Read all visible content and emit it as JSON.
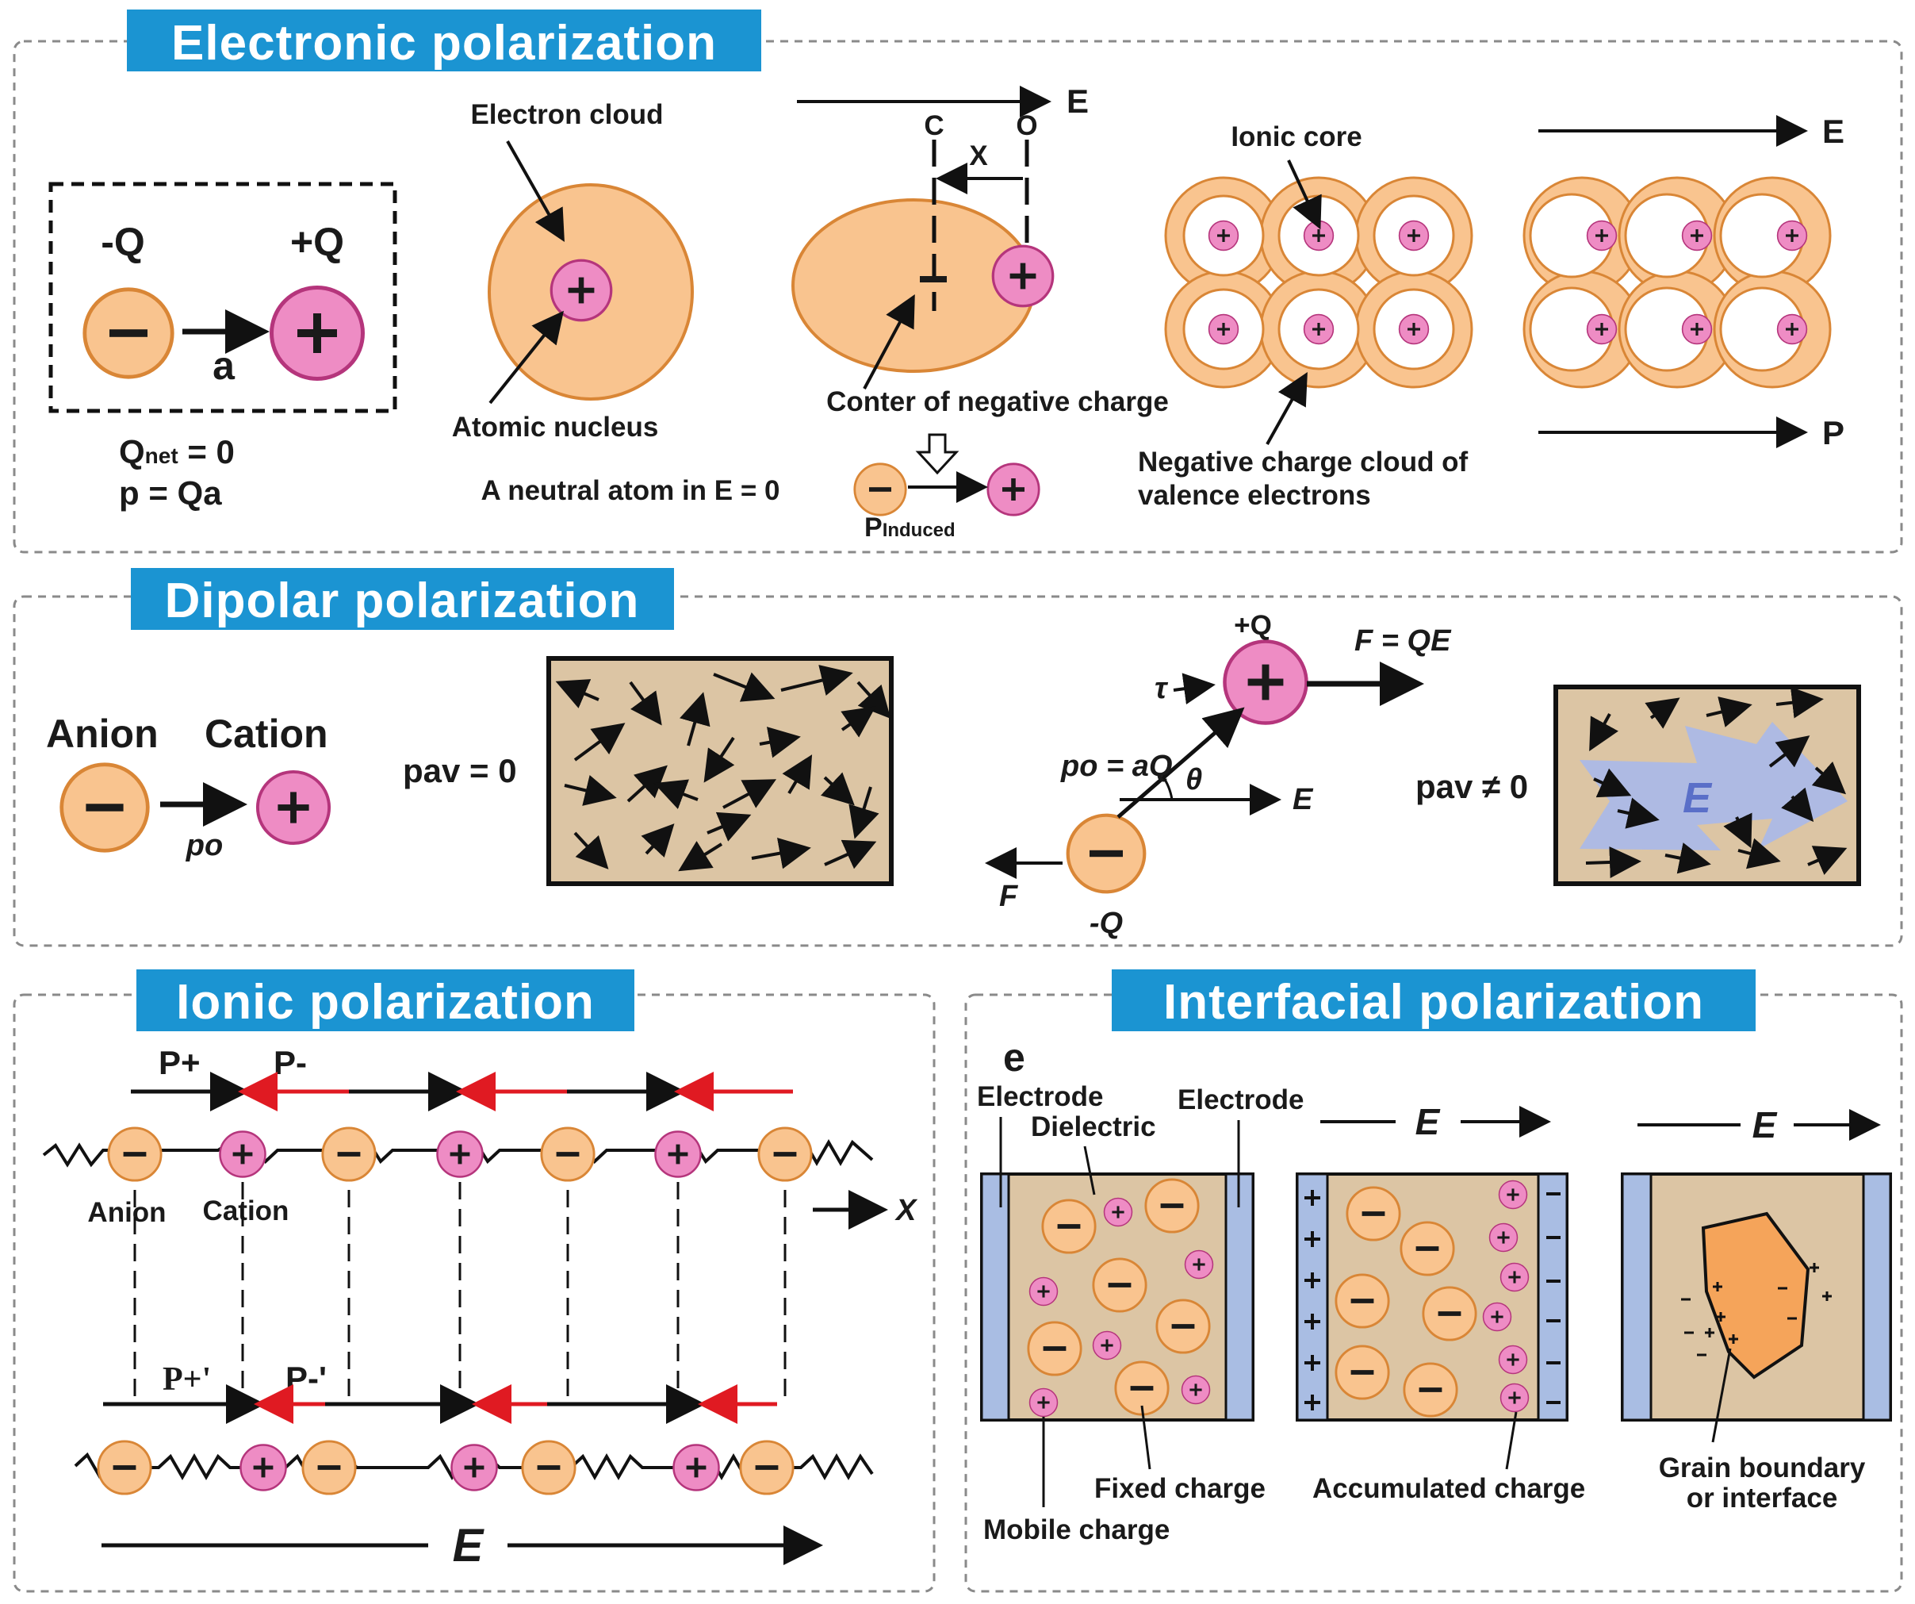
{
  "colors": {
    "title_bg": "#1b94d2",
    "anion_fill": "#f9c48f",
    "anion_stroke": "#d98636",
    "cation_fill": "#ee8cc4",
    "cation_stroke": "#b5357c",
    "box_fill": "#dcc5a4",
    "electrode_fill": "#a9bde3",
    "field_region": "#a9b8e8",
    "grain_fill": "#f5a45a",
    "red_arrow": "#e01a22",
    "border": "#8a8a8a"
  },
  "electronic": {
    "title": "Electronic polarization",
    "minus_q": "-Q",
    "plus_q": "+Q",
    "a": "a",
    "qnet": "Q",
    "qnet_sub": "net",
    "qnet_val": " = 0",
    "p_eq": "p = Qa",
    "electron_cloud": "Electron cloud",
    "atomic_nucleus": "Atomic nucleus",
    "neutral_atom": "A neutral atom in E = 0",
    "e_label": "E",
    "c_label": "C",
    "o_label": "O",
    "x_label": "X",
    "center_neg": "Conter of negative charge",
    "p_induced": "P",
    "p_induced_sub": "Induced",
    "ionic_core": "Ionic core",
    "neg_cloud_1": "Negative charge cloud of",
    "neg_cloud_2": "valence electrons",
    "p_label": "P"
  },
  "dipolar": {
    "title": "Dipolar polarization",
    "anion": "Anion",
    "cation": "Cation",
    "po": "po",
    "pav_zero": "pav = 0",
    "plus_q": "+Q",
    "minus_q": "-Q",
    "f_eq": "F = QE",
    "tau": "τ",
    "po_eq": "po = aQ",
    "theta": "θ",
    "e_label": "E",
    "f_label": "F",
    "pav_nonzero": "pav ≠ 0",
    "e_region": "E"
  },
  "ionic": {
    "title": "Ionic polarization",
    "p_plus": "P+",
    "p_minus": "P-",
    "anion": "Anion",
    "cation": "Cation",
    "x_label": "X",
    "p_plus_prime": "P+'",
    "p_minus_prime": "P-'",
    "e_label": "E"
  },
  "interfacial": {
    "title": "Interfacial polarization",
    "panel_letter": "e",
    "electrode_left": "Electrode",
    "electrode_right": "Electrode",
    "dielectric": "Dielectric",
    "fixed_charge": "Fixed charge",
    "mobile_charge": "Mobile charge",
    "accumulated_charge": "Accumulated charge",
    "grain_1": "Grain boundary",
    "grain_2": "or interface",
    "e_label": "E"
  },
  "icons": {
    "anion": "minus-circle-icon",
    "cation": "plus-circle-icon",
    "arrow": "arrow-icon"
  }
}
